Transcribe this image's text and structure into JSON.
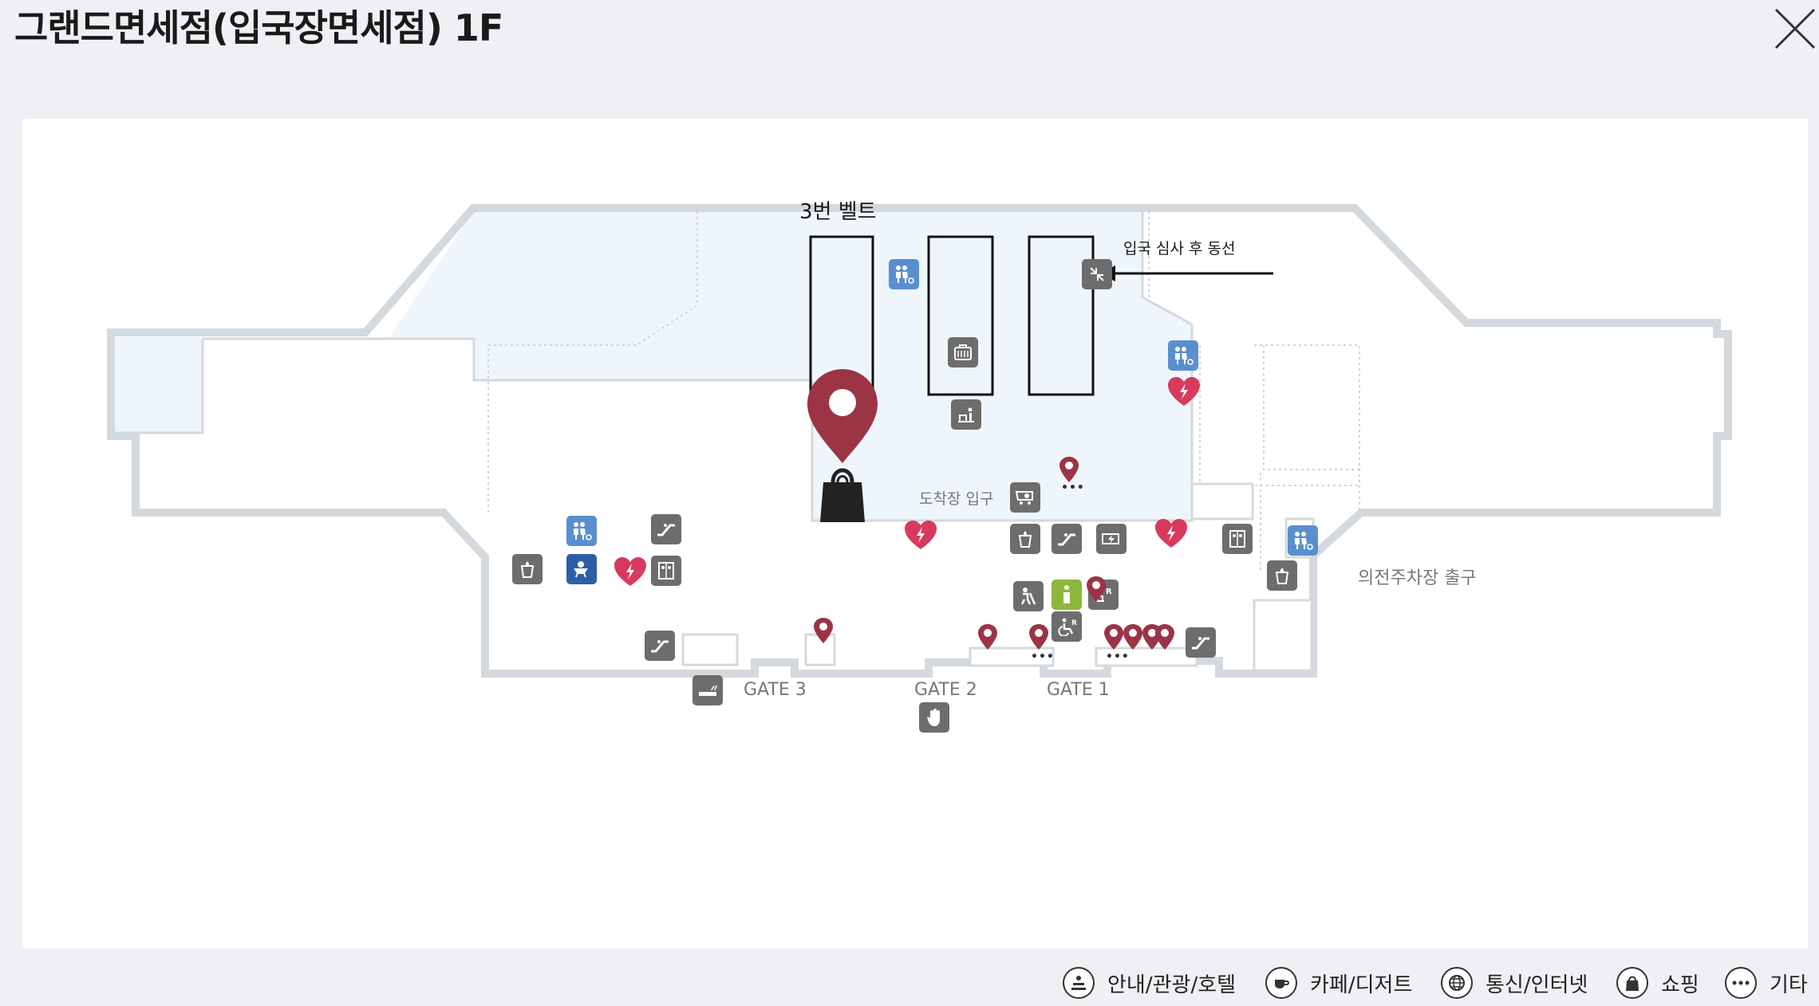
{
  "header": {
    "title": "그랜드면세점(입국장면세점) 1F"
  },
  "map": {
    "belt_label": "3번 벨트",
    "route_label": "입국 심사 후 동선",
    "arrival_entrance": "도착장 입구",
    "parking_exit": "의전주차장 출구",
    "gates": [
      "GATE 3",
      "GATE 2",
      "GATE 1"
    ]
  },
  "legend": [
    {
      "icon": "info-desk-icon",
      "label": "안내/관광/호텔"
    },
    {
      "icon": "cafe-icon",
      "label": "카페/디저트"
    },
    {
      "icon": "globe-icon",
      "label": "통신/인터넷"
    },
    {
      "icon": "shopping-bag-icon",
      "label": "쇼핑"
    },
    {
      "icon": "more-icon",
      "label": "기타"
    }
  ],
  "colors": {
    "pin": "#9b3444",
    "restricted_area": "#eef6fc",
    "outline": "#d4d9de",
    "icon_gray": "#6d6d6d",
    "icon_blue": "#5a8fcf",
    "icon_green": "#8cb63c",
    "aed": "#d83a5e"
  }
}
